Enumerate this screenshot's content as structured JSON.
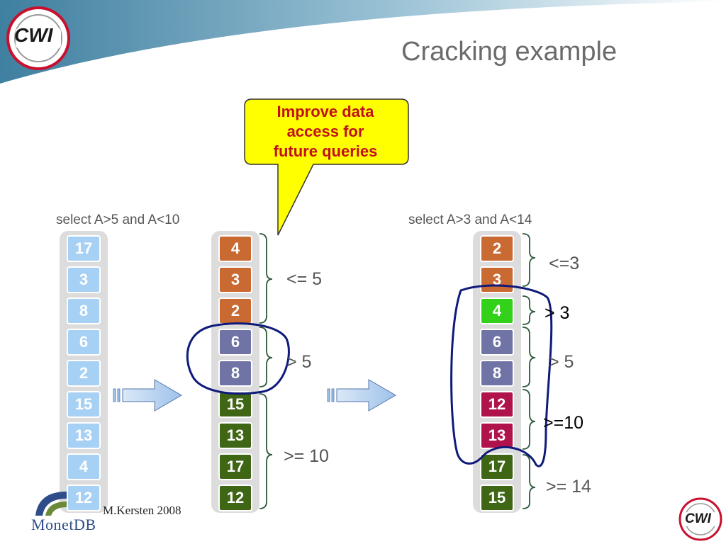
{
  "slide": {
    "title": "Cracking example",
    "callout": [
      "Improve data",
      "access for",
      "future queries"
    ],
    "query1": "select A>5 and A<10",
    "query2": "select A>3 and A<14",
    "author": "M.Kersten 2008",
    "logo_text": "CWI",
    "monetdb_logo": "MonetDB"
  },
  "columns": {
    "original": [
      "17",
      "3",
      "8",
      "6",
      "2",
      "15",
      "13",
      "4",
      "12"
    ],
    "cracked1": [
      "4",
      "3",
      "2",
      "6",
      "8",
      "15",
      "13",
      "17",
      "12"
    ],
    "cracked2": [
      "2",
      "3",
      "4",
      "6",
      "8",
      "12",
      "13",
      "17",
      "15"
    ]
  },
  "labels1": [
    "<= 5",
    "> 5",
    ">= 10"
  ],
  "labels2": [
    "<=3",
    "> 3",
    "> 5",
    ">=10",
    ">= 14"
  ],
  "colors": {
    "blue": "#a7d0f5",
    "orange": "#c96a33",
    "purple": "#6f73a6",
    "green": "#3e6614",
    "lime": "#33d11a",
    "crimson": "#b0124b",
    "callout_bg": "#ffff00",
    "callout_text": "#c0101c",
    "circle": "#0f1a7a"
  }
}
